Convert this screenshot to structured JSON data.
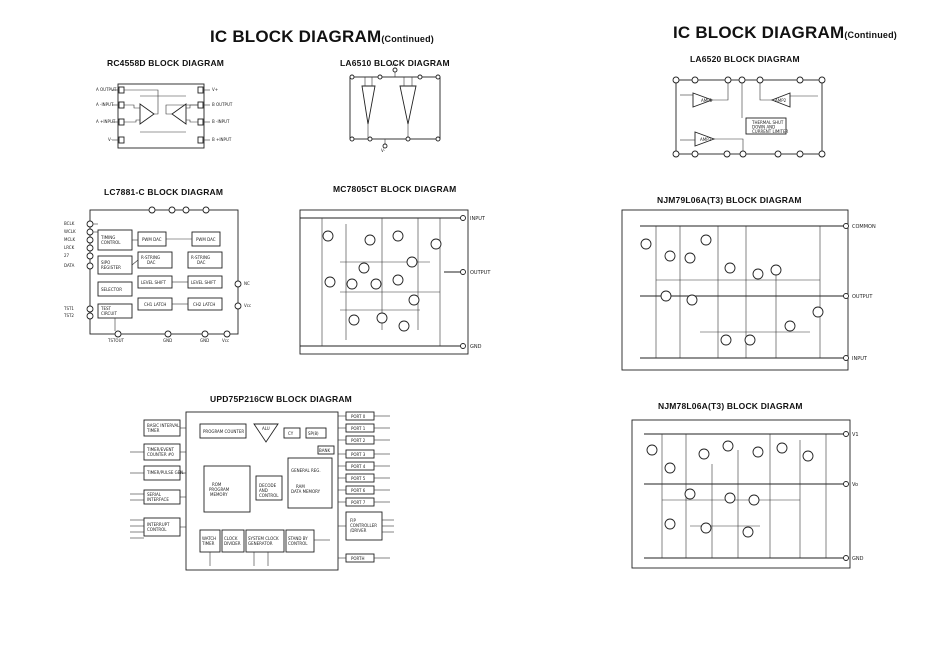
{
  "header": {
    "left_title": "IC BLOCK DIAGRAM",
    "left_suffix": "(Continued)",
    "right_title": "IC BLOCK DIAGRAM",
    "right_suffix": "(Continued)"
  },
  "diagrams": {
    "rc4558d": "RC4558D BLOCK DIAGRAM",
    "la6510": "LA6510 BLOCK DIAGRAM",
    "la6520": "LA6520 BLOCK DIAGRAM",
    "lc7881c": "LC7881-C BLOCK DIAGRAM",
    "mc7805ct": "MC7805CT BLOCK DIAGRAM",
    "njm79l06a": "NJM79L06A(T3) BLOCK DIAGRAM",
    "upd75p216cw": "UPD75P216CW BLOCK DIAGRAM",
    "njm78l06a": "NJM78L06A(T3) BLOCK DIAGRAM"
  },
  "labels": {
    "rc_pins_left": [
      "A OUTPUT",
      "A -INPUT",
      "A +INPUT",
      "V-"
    ],
    "rc_pins_right": [
      "V+",
      "B OUTPUT",
      "B -INPUT",
      "B +INPUT"
    ],
    "lc_pins_left": [
      "BCLK",
      "WCLK",
      "MCLK",
      "LRCK",
      "27",
      "DATA"
    ],
    "lc_blocks": [
      "TIMING CONTROL",
      "SIPO REGISTER",
      "SELECTOR",
      "TEST CIRCUIT",
      "PWM DAC",
      "R-STRING DAC",
      "LEVEL SHIFT",
      "CH1 LATCH",
      "PWM DAC",
      "R-STRING DAC",
      "LEVEL SHIFT",
      "CH2 LATCH"
    ],
    "lc_pins_right": [
      "NC",
      "Vcc"
    ],
    "lc_pins_bottom": [
      "TSTOUT",
      "GND",
      "GND",
      "Vcc"
    ],
    "lc_pins_test": [
      "TST1",
      "TST2"
    ],
    "mc_pins": [
      "INPUT",
      "OUTPUT",
      "GND"
    ],
    "njm79_pins": [
      "COMMON",
      "OUTPUT",
      "INPUT"
    ],
    "njm78_pins": [
      "V1",
      "Vo",
      "GND"
    ],
    "upd_ports": [
      "PORT 0",
      "PORT 1",
      "PORT 2",
      "PORT 3",
      "PORT 4",
      "PORT 5",
      "PORT 6",
      "PORT 7",
      "PORTH"
    ],
    "upd_blocks": [
      "BASIC INTERVAL TIMER",
      "TIMER/EVENT COUNTER #0",
      "TIMER/PULSE GENERATOR",
      "SERIAL INTERFACE",
      "INTERRUPT CONTROL",
      "PROGRAM COUNTER",
      "ROM PROGRAM MEMORY",
      "DECODE AND CONTROL",
      "GENERAL REG.",
      "RAM DATA MEMORY",
      "FIP CONTROLLER /DRIVER",
      "WATCH TIMER",
      "CLOCK DIVIDER",
      "SYSTEM CLOCK GENERATOR",
      "STAND BY CONTROL",
      "BANK",
      "SP(8)",
      "CY",
      "ALU"
    ],
    "la6520_pins": [
      "AMP1",
      "AMP2",
      "AMP3",
      "THERMAL SHUT DOWN AND CURRENT LIMITER"
    ]
  }
}
